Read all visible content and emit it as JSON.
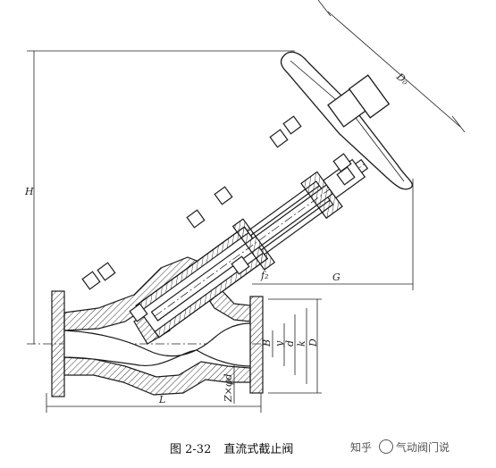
{
  "figure": {
    "number": "图 2-32",
    "title": "直流式截止阀"
  },
  "dimension_labels": {
    "H": "H",
    "Do": "D₀",
    "L": "L",
    "G": "G",
    "f2": "f₂",
    "B": "B",
    "y": "y",
    "d": "d",
    "k": "k",
    "D": "D",
    "bolt": "Z×φd"
  },
  "watermark": {
    "brand": "知乎",
    "author": "气动阀门说"
  },
  "colors": {
    "line": "#1a1a1a",
    "hatch": "#333333",
    "background": "#ffffff"
  }
}
